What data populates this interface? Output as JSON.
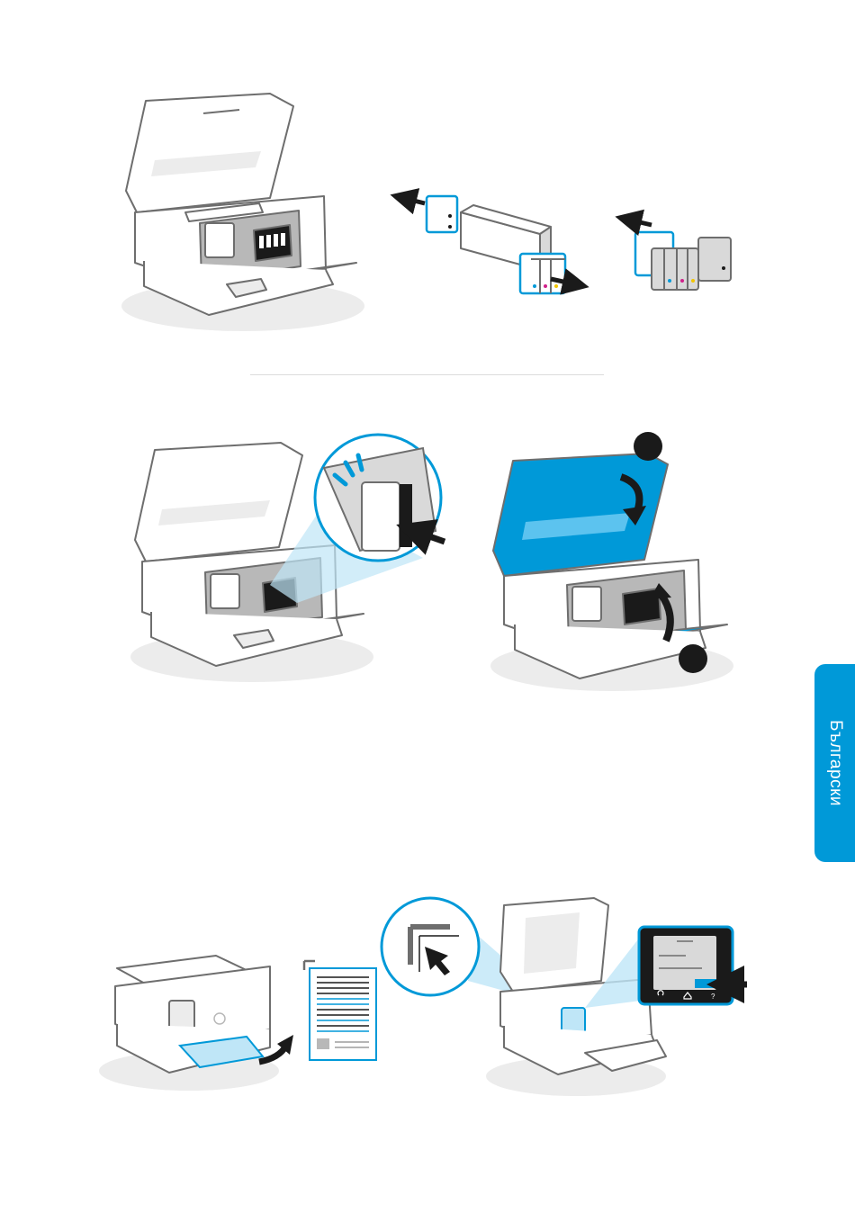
{
  "language_tab": {
    "label": "Български"
  },
  "colors": {
    "accent": "#0099d8",
    "accent_light": "#bfe6f7",
    "outline": "#6e6e6e",
    "body_fill": "#ffffff",
    "shadow": "#ececec",
    "dark": "#1a1a1a",
    "mid_gray": "#b8b8b8",
    "light_gray": "#d9d9d9"
  },
  "icons": [
    "arrow-left-icon",
    "arrow-right-icon",
    "arrow-down-curved-icon",
    "arrow-up-curved-icon",
    "back-icon",
    "home-icon",
    "help-icon",
    "hp-logo-icon"
  ],
  "steps": [
    {
      "id": "open-printer-and-unpack-cartridges"
    },
    {
      "id": "insert-cartridges-and-close-doors"
    },
    {
      "id": "print-and-scan-alignment-page"
    }
  ]
}
